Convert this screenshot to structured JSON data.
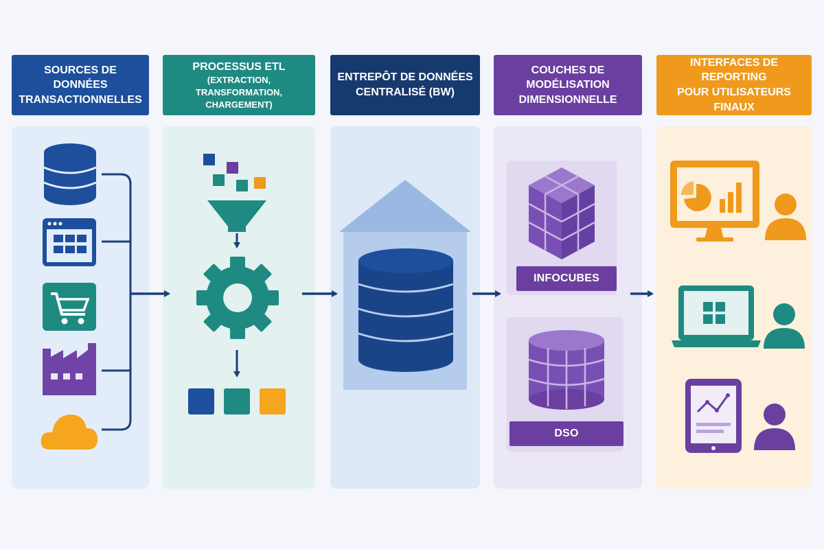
{
  "stages": [
    {
      "title": "Sources de données",
      "subtitle": "transactionnelles",
      "color": "#1d4f9c"
    },
    {
      "title": "Processus ETL",
      "subtitle": "(Extraction, Transformation,",
      "subtitle2": "Chargement)",
      "color": "#1f8a82"
    },
    {
      "title": "Entrepôt de données",
      "subtitle": "centralisé (BW)",
      "color": "#173a6e"
    },
    {
      "title": "Couches de modélisation",
      "subtitle": "dimensionnelle",
      "color": "#6a3fa0"
    },
    {
      "title": "Interfaces de reporting",
      "subtitle": "pour utilisateurs finaux",
      "color": "#ef9a1c"
    }
  ],
  "modeling": {
    "infocubes_label": "INFOCUBES",
    "dso_label": "DSO"
  },
  "source_icons": [
    "database-icon",
    "window-grid-icon",
    "shopping-cart-icon",
    "factory-icon",
    "cloud-icon"
  ],
  "reporting_icons": [
    "monitor-chart-icon",
    "laptop-grid-icon",
    "tablet-line-chart-icon",
    "user-icon"
  ]
}
